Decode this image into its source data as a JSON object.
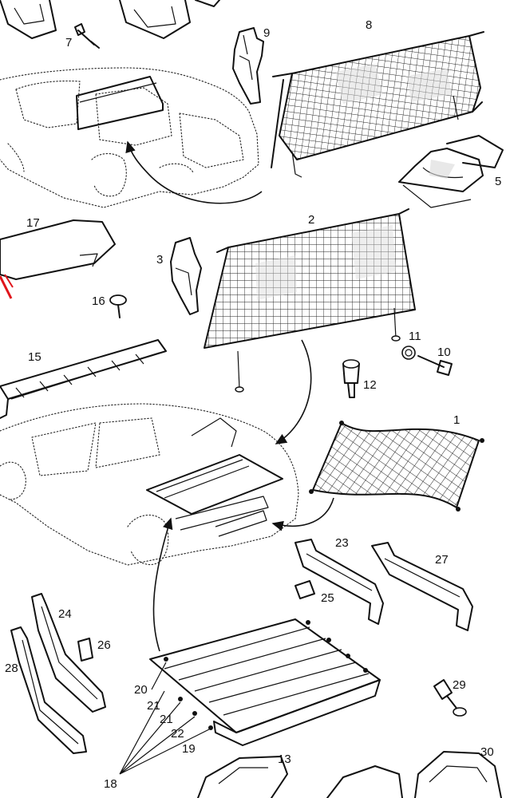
{
  "callouts": {
    "c1": "1",
    "c2": "2",
    "c3": "3",
    "c5": "5",
    "c7": "7",
    "c8": "8",
    "c9": "9",
    "c10": "10",
    "c11": "11",
    "c12": "12",
    "c13": "13",
    "c15": "15",
    "c16": "16",
    "c17": "17",
    "c18": "18",
    "c19": "19",
    "c20": "20",
    "c21a": "21",
    "c21b": "21",
    "c22": "22",
    "c23": "23",
    "c24": "24",
    "c25": "25",
    "c26": "26",
    "c27": "27",
    "c28": "28",
    "c29": "29",
    "c30": "30"
  },
  "colors": {
    "ink": "#111111",
    "red_mark": "#e0151b",
    "background": "#ffffff"
  }
}
